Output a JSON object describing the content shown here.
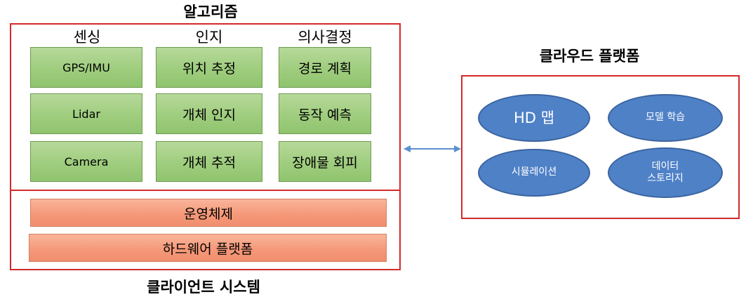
{
  "client": {
    "algorithm_title": "알고리즘",
    "columns": [
      {
        "header": "센싱",
        "items": [
          "GPS/IMU",
          "Lidar",
          "Camera"
        ]
      },
      {
        "header": "인지",
        "items": [
          "위치 추정",
          "개체 인지",
          "개체 추적"
        ]
      },
      {
        "header": "의사결정",
        "items": [
          "경로 계획",
          "동작 예측",
          "장애물 회피"
        ]
      }
    ],
    "os_label": "운영체제",
    "hardware_label": "하드웨어 플랫폼",
    "system_title": "클라이언트 시스템"
  },
  "cloud": {
    "title": "클라우드 플랫폼",
    "nodes": {
      "hd_map": "HD 맵",
      "model_training": "모델 학습",
      "simulation": "시뮬레이션",
      "data_storage_line1": "데이터",
      "data_storage_line2": "스토리지"
    }
  },
  "colors": {
    "frame": "#d22a2a",
    "module_green": "#9fcd7e",
    "layer_orange": "#f5997a",
    "cloud_node_blue": "#4f81c7",
    "connector": "#5b8fd0"
  }
}
